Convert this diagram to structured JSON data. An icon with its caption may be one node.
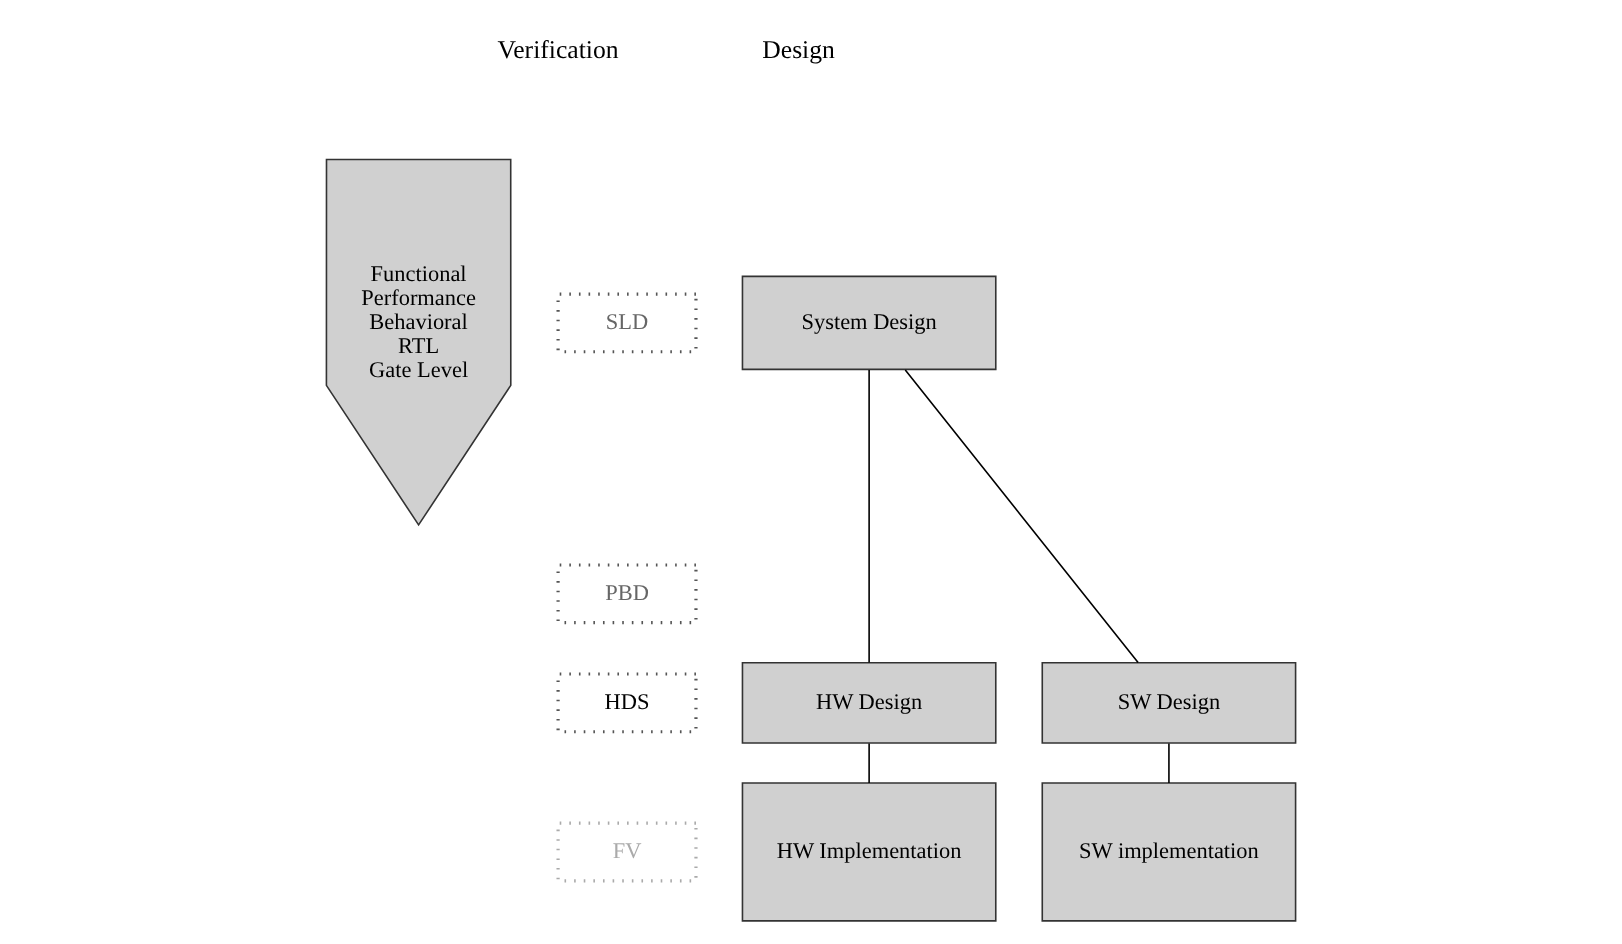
{
  "diagram": {
    "nodes": [
      {
        "text": [
          "Functional",
          "Performance",
          "Behavioral",
          "RTL",
          "Gate Level"
        ]
      },
      {
        "text": [
          "SLD"
        ]
      },
      {
        "text": [
          "System Design"
        ]
      },
      {
        "text": [
          "PBD"
        ]
      },
      {
        "text": [
          "HDS"
        ]
      },
      {
        "text": [
          "SW Design"
        ]
      },
      {
        "text": [
          "HW Design"
        ]
      },
      {
        "text": [
          "FV"
        ]
      },
      {
        "text": [
          "SW implementation"
        ]
      },
      {
        "text": [
          "HW Implementation"
        ]
      }
    ],
    "edges": [
      {
        "from": 2,
        "to": 5,
        "arrow": "none"
      },
      {
        "from": 2,
        "to": 6,
        "arrow": "none"
      },
      {
        "from": 5,
        "to": 8,
        "arrow": "none"
      },
      {
        "from": 6,
        "to": 9,
        "arrow": "none"
      }
    ],
    "labels": [
      "Verification",
      "Design"
    ]
  }
}
